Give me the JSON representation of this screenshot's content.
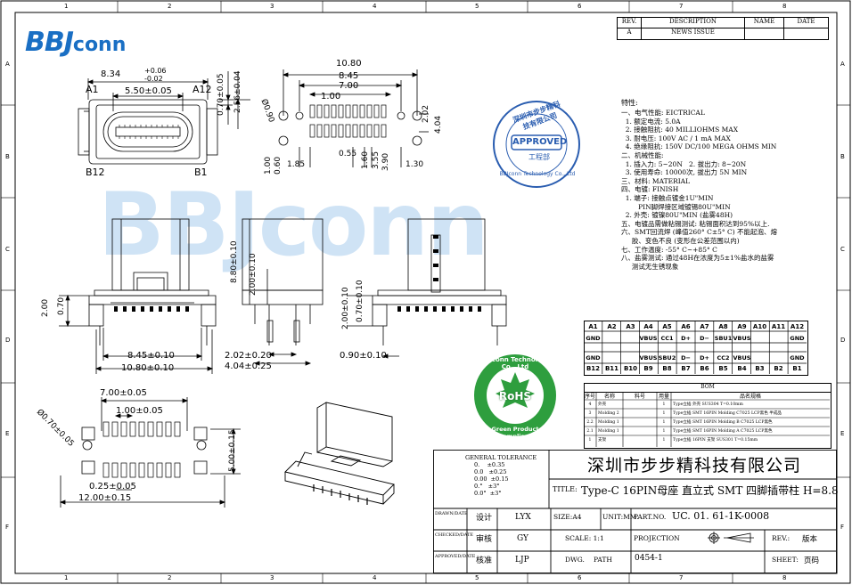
{
  "border": {
    "cols": [
      "1",
      "2",
      "3",
      "4",
      "5",
      "6",
      "7",
      "8"
    ],
    "rows": [
      "A",
      "B",
      "C",
      "D",
      "E",
      "F"
    ]
  },
  "logo": {
    "text_bold": "BBJ",
    "text_light": "conn",
    "color": "#1a6fc4"
  },
  "revision_table": {
    "headers": [
      "REV.",
      "DESCRIPTION",
      "NAME",
      "DATE"
    ],
    "row": {
      "rev": "A",
      "description": "NEWS ISSUE"
    }
  },
  "stamp": {
    "ring_text": "深圳市步步精科技有限公司",
    "ring_text_2": "BBJconn Technology Co., Ltd",
    "center": "APPROVED",
    "dept": "工程部",
    "color": "#2a5db0"
  },
  "rohs": {
    "ring_top": "BBJconn Technology Co., Ltd",
    "ring_bottom": "Green Product Compliant",
    "center": "RoHS",
    "color": "#2e9e3e"
  },
  "dims": {
    "top_width": "8.34",
    "top_tol_plus": "+0.06",
    "top_tol_minus": "-0.02",
    "a1": "A1",
    "a12": "A12",
    "b12": "B12",
    "b1": "B1",
    "inner_width": "5.50±0.05",
    "h_070": "0.70±0.05",
    "h_256": "2.56±0.04",
    "fp_1080": "10.80",
    "fp_845": "8.45",
    "fp_700": "7.00",
    "fp_100": "1.00",
    "fp_090": "Ø0.90",
    "fp_202": "2.02",
    "fp_404": "4.04",
    "fp_b100": "1.00",
    "fp_b060": "0.60",
    "fp_185": "1.85",
    "fp_055": "0.55",
    "fp_160": "1.60",
    "fp_355": "3.55",
    "fp_390": "3.90",
    "fp_130": "1.30",
    "fv_200": "2.00",
    "fv_070": "0.70",
    "fv_845": "8.45±0.10",
    "fv_1080": "10.80±0.10",
    "sv_880": "8.80±0.10",
    "sv_200": "2.00±0.10",
    "sv_202": "2.02±0.20",
    "sv_404": "4.04±0.25",
    "rv_200": "2.00±0.10",
    "rv_070": "0.70±0.10",
    "rv_090": "0.90±0.10",
    "pcb_700": "7.00±0.05",
    "pcb_100": "1.00±0.05",
    "pcb_070": "Ø0.70±0.05",
    "pcb_500": "5.00±0.15",
    "pcb_025": "0.25±0.05",
    "pcb_1200": "12.00±0.15"
  },
  "specs": {
    "title": "特性:",
    "lines": [
      "一、电气性能: EICTRICAL",
      "  1. 额定电流: 5.0A",
      "  2. 接触阻抗: 40 MILLIOHMS MAX",
      "  3. 耐电压: 100V AC / 1 mA MAX",
      "  4. 绝缘阻抗: 150V DC/100 MEGA OHMS MIN",
      "二、机械性能:",
      "  1. 插入力: 5~20N   2. 拔出力: 8~20N",
      "  3. 使用寿命: 10000次, 拔出力 5N MIN",
      "三、材料: MATERIAL",
      "四、电镀: FINISH",
      "  1. 端子: 接触点镀金1U\"MIN",
      "        PIN脚焊接区域镀锡80U\"MIN",
      "  2. 外壳: 镀镍80U\"MIN (盐雾48H)",
      "五、电镀品需做粘锡测试: 粘锡面积达到95%以上.",
      "六、SMT回流焊 (峰值260° C±5° C) 不能起泡、熔",
      "     胶、变色不良 (变形在公差范围以内)",
      "七、工作温度: -55° C~+85° C",
      "八、盐雾测试: 通过48H在浓度为5±1%盐水的盐雾",
      "     测试无生锈现象"
    ]
  },
  "pinout": {
    "top": [
      "A1",
      "A2",
      "A3",
      "A4",
      "A5",
      "A6",
      "A7",
      "A8",
      "A9",
      "A10",
      "A11",
      "A12"
    ],
    "top_sig": [
      "GND",
      "",
      "",
      "VBUS",
      "CC1",
      "D+",
      "D−",
      "SBU1",
      "VBUS",
      "",
      "",
      "GND"
    ],
    "bot_sig": [
      "GND",
      "",
      "",
      "VBUS",
      "SBU2",
      "D−",
      "D+",
      "CC2",
      "VBUS",
      "",
      "",
      "GND"
    ],
    "bot": [
      "B12",
      "B11",
      "B10",
      "B9",
      "B8",
      "B7",
      "B6",
      "B5",
      "B4",
      "B3",
      "B2",
      "B1"
    ]
  },
  "bom": {
    "title": "BOM",
    "headers": [
      "序号",
      "名称",
      "料号",
      "用量",
      "品名规格"
    ],
    "rows": [
      [
        "4",
        "外壳",
        "",
        "1",
        "Type立插 外壳 SUS304 T=0.10mm"
      ],
      [
        "3",
        "Molding 2",
        "",
        "1",
        "Type立插 SMT 16PIN Molding C7025 LCP黑色 半成品"
      ],
      [
        "2.2",
        "Molding 1",
        "",
        "1",
        "Type立插 SMT 16PIN Molding B C7025 LCP黑色"
      ],
      [
        "2.1",
        "Molding 1",
        "",
        "1",
        "Type立插 SMT 16PIN Molding A C7025 LCP黑色"
      ],
      [
        "1",
        "支架",
        "",
        "1",
        "Type立插 16PIN 支架 SUS301 T=0.15mm"
      ]
    ]
  },
  "tolerance": {
    "title": "GENERAL TOLERANCE",
    "rows": [
      "0.    ±0.35",
      "0.0   ±0.25",
      "0.00  ±0.15",
      "0.°   ±3°",
      "0.0°  ±3°"
    ]
  },
  "title_block": {
    "company": "深圳市步步精科技有限公司",
    "title_label": "TITLE:",
    "title": "Type-C 16PIN母座 直立式 SMT 四脚插带柱 H=8.8",
    "drawn_label": "DRAWN/DATE",
    "drawn_role": "设计",
    "drawn_name": "LYX",
    "checked_label": "CHECKED/DATE",
    "checked_role": "审核",
    "checked_name": "GY",
    "approved_label": "APPROVED/DATE",
    "approved_role": "核准",
    "approved_name": "LJP",
    "size": "SIZE:A4",
    "unit": "UNIT:MM.",
    "part_label": "PART.NO.",
    "part_no": "UC. 01. 61-1K-0008",
    "scale": "SCALE: 1:1",
    "projection": "PROJECTION",
    "rev_label": "REV.:",
    "rev": "版本",
    "dwg_label": "DWG.",
    "path_label": "PATH",
    "dwg_no": "0454-1",
    "sheet_label": "SHEET:",
    "sheet": "页码"
  },
  "watermark": {
    "text": "BBJconn",
    "color": "#9cc4e8"
  }
}
